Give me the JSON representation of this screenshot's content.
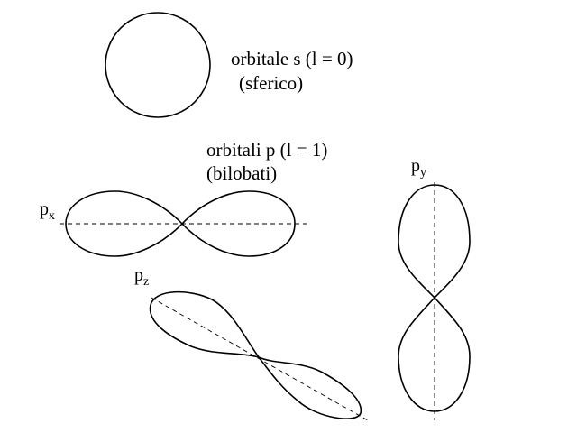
{
  "s_orbital": {
    "label": "orbitale s (l = 0)",
    "shape": "(sferico)"
  },
  "p_orbitals": {
    "label": "orbitali p (l = 1)",
    "shape": "(bilobati)",
    "px": {
      "base": "p",
      "sub": "x"
    },
    "py": {
      "base": "p",
      "sub": "y"
    },
    "pz": {
      "base": "p",
      "sub": "z"
    }
  }
}
